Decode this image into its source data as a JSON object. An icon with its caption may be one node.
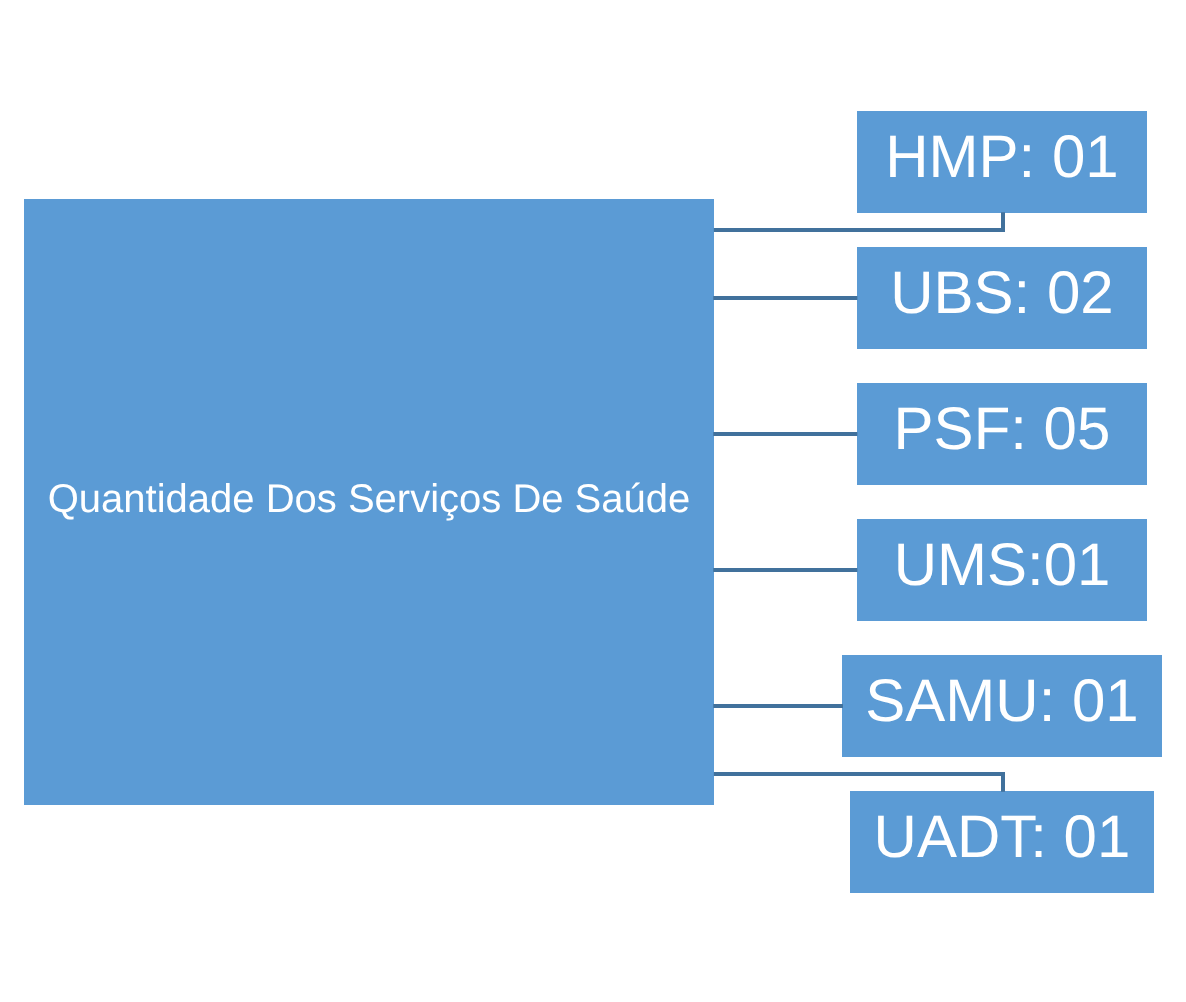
{
  "diagram": {
    "nodes": [
      {
        "text": [
          "Quantidade Dos Serviços De Saúde"
        ]
      },
      {
        "text": [
          "HMP: 01"
        ]
      },
      {
        "text": [
          "UBS: 02"
        ]
      },
      {
        "text": [
          "PSF: 05"
        ]
      },
      {
        "text": [
          "UMS:01"
        ]
      },
      {
        "text": [
          "SAMU: 01"
        ]
      },
      {
        "text": [
          "UADT: 01"
        ]
      }
    ],
    "edges": [
      {
        "from": 0,
        "to": 1,
        "arrow": "none"
      },
      {
        "from": 0,
        "to": 2,
        "arrow": "none"
      },
      {
        "from": 0,
        "to": 3,
        "arrow": "none"
      },
      {
        "from": 0,
        "to": 4,
        "arrow": "none"
      },
      {
        "from": 0,
        "to": 5,
        "arrow": "none"
      },
      {
        "from": 0,
        "to": 6,
        "arrow": "none"
      }
    ]
  }
}
